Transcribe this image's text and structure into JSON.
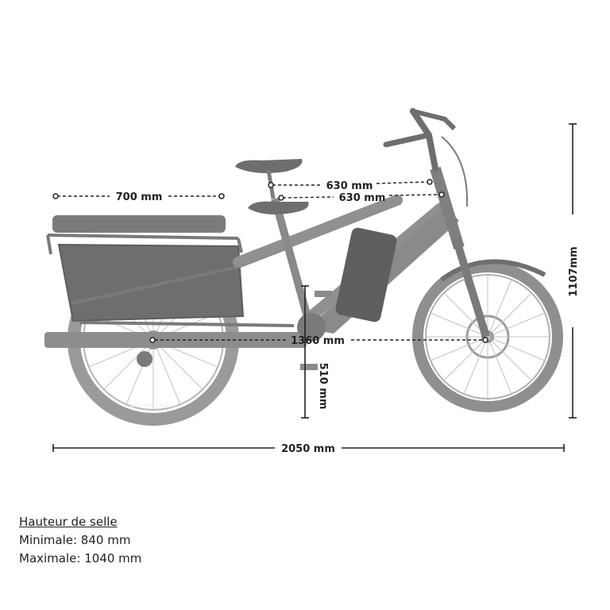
{
  "dimensions": {
    "rear_rack_length": "700 mm",
    "seat_height_upper": "630 mm",
    "seat_height_lower": "630 mm",
    "wheelbase": "1360 mm",
    "bottom_bracket_height": "510 mm",
    "overall_height": "1107mm",
    "overall_length": "2050 mm"
  },
  "seat_height_info": {
    "heading": "Hauteur de selle",
    "minimum": "Minimale: 840 mm",
    "maximum": "Maximale: 1040 mm"
  },
  "bike_label": {
    "tire_text": "WANDERER POWER"
  }
}
